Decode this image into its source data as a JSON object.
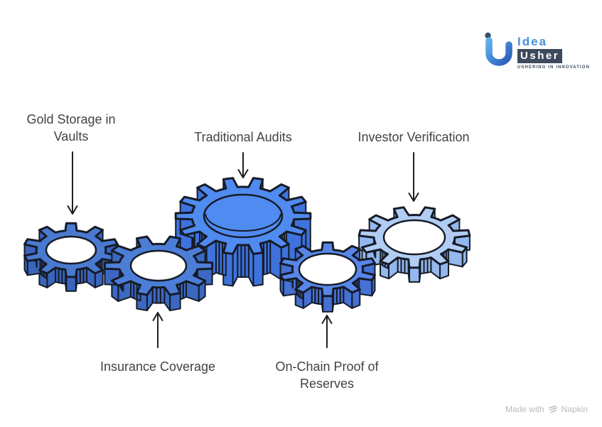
{
  "page": {
    "background": "#ffffff"
  },
  "logo": {
    "brand_top": "Idea",
    "brand_bottom": "Usher",
    "tagline": "USHERING IN INNOVATION",
    "colors": {
      "mark_light": "#5FB0EA",
      "mark_dark": "#2A5CB8",
      "dot": "#3E4F63",
      "idea_text": "#4A90D8",
      "usher_bg": "#3D4A5C",
      "usher_text": "#FFFFFF",
      "tagline_text": "#3D4A5C"
    }
  },
  "diagram": {
    "text_color": "#3F4347",
    "arrow_color": "#1F1F1F",
    "outline_color": "#161B26",
    "labels": {
      "gold_storage": "Gold Storage in Vaults",
      "traditional_audits": "Traditional Audits",
      "investor_verification": "Investor Verification",
      "insurance_coverage": "Insurance Coverage",
      "on_chain_proof": "On-Chain Proof of Reserves"
    },
    "gears": {
      "gold_storage": {
        "top": "#4A79D0",
        "side": "#3A65BC",
        "hole": "#FFFFFF"
      },
      "insurance_coverage": {
        "top": "#4C7ED8",
        "side": "#3C68C2",
        "hole": "#FFFFFF"
      },
      "traditional_audits": {
        "top": "#4F8BF0",
        "side": "#3E73DE",
        "hole": "#4F8BF0"
      },
      "on_chain_proof": {
        "top": "#5886E8",
        "side": "#4570D4",
        "hole": "#FFFFFF"
      },
      "investor_verification": {
        "top": "#B2CDF4",
        "side": "#93B7EE",
        "hole": "#FFFFFF"
      }
    }
  },
  "footer": {
    "made_with": "Made with",
    "brand": "Napkin",
    "color": "#B7BCC2"
  }
}
